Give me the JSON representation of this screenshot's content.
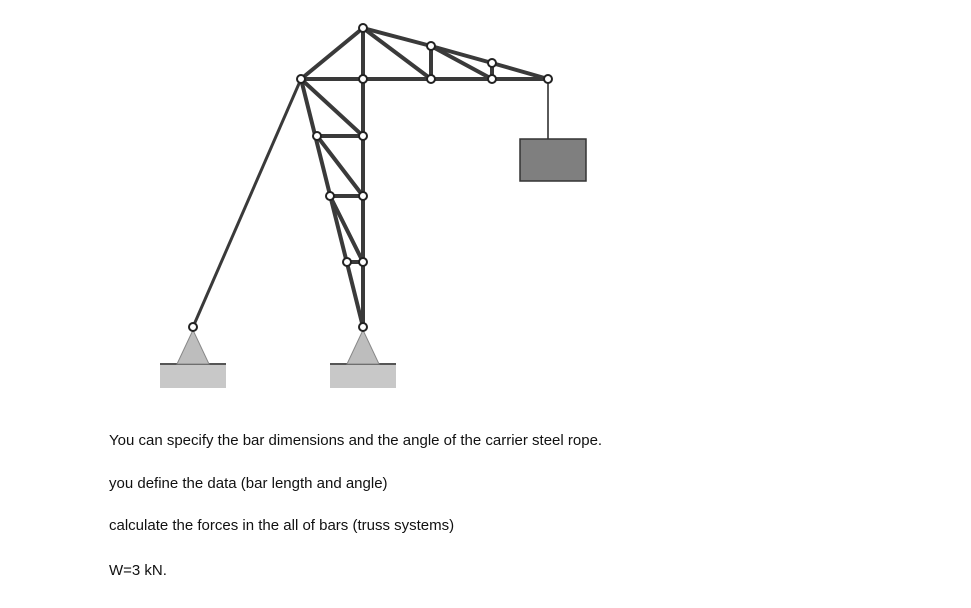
{
  "problem": {
    "lines": [
      "You can specify the bar dimensions and the angle of the carrier steel rope.",
      "you define the data (bar length and angle)",
      "calculate the forces in the all of bars (truss systems)",
      "W=3 kN."
    ]
  },
  "colors": {
    "bar": "#3a3a3a",
    "joint_fill": "#ffffff",
    "load_block": "#7f7f7f",
    "support_triangle": "#bdbdbd",
    "ground": "#c8c8c8"
  },
  "icons": [
    "pin-support-icon",
    "pin-support-icon"
  ]
}
